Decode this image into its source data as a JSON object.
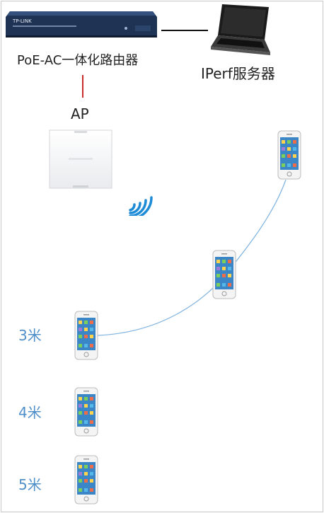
{
  "router": {
    "label": "PoE-AC一体化路由器",
    "brand": "TP-LINK"
  },
  "server": {
    "label": "IPerf服务器"
  },
  "ap": {
    "label": "AP"
  },
  "distances": [
    "3米",
    "4米",
    "5米"
  ],
  "colors": {
    "distance_text": "#4f8fc9",
    "link_line": "#cc2b2b",
    "path_line": "#7fb3e0",
    "router_body": "#243a5e"
  },
  "icons": [
    "router-icon",
    "laptop-icon",
    "access-point-icon",
    "wifi-signal-icon",
    "smartphone-icon"
  ]
}
